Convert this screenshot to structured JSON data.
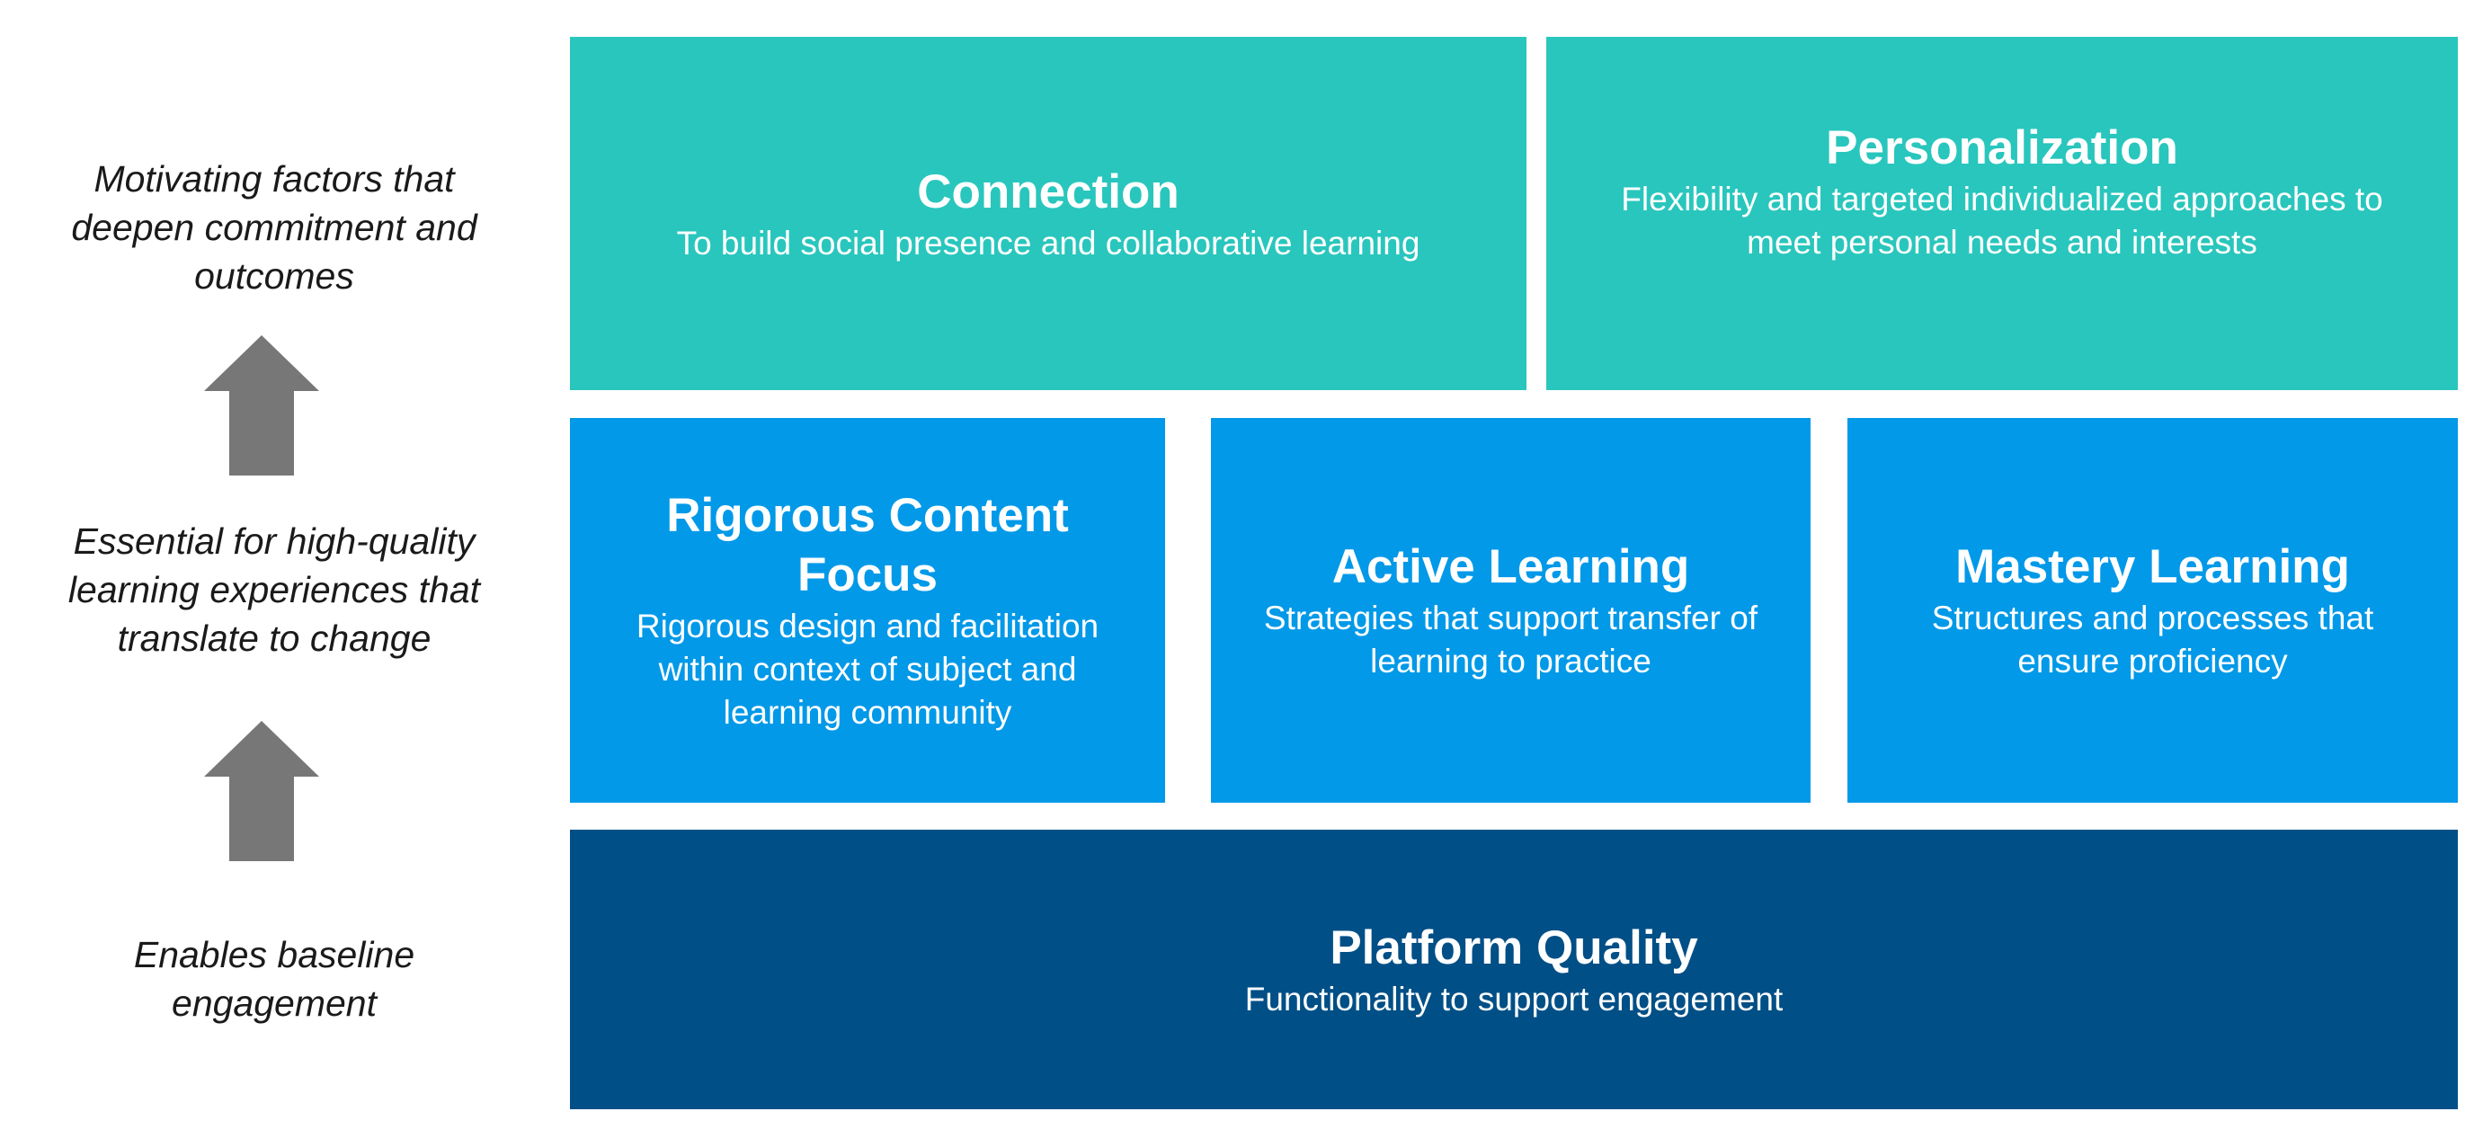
{
  "colors": {
    "top_row": "#29c6bd",
    "middle_row": "#0199e8",
    "bottom_row": "#004f86",
    "arrow": "#777777",
    "side_text": "#1a1a1a"
  },
  "side_labels": {
    "top": "Motivating factors that\ndeepen commitment and\noutcomes",
    "middle": "Essential for high-quality\nlearning experiences that\ntranslate to change",
    "bottom": "Enables baseline\nengagement"
  },
  "top_row": [
    {
      "title": "Connection",
      "description": "To build social presence and collaborative learning"
    },
    {
      "title": "Personalization",
      "description": "Flexibility and targeted individualized approaches to\nmeet personal needs and interests"
    }
  ],
  "middle_row": [
    {
      "title": "Rigorous Content\nFocus",
      "description": "Rigorous design and facilitation\nwithin context of subject and\nlearning community"
    },
    {
      "title": "Active Learning",
      "description": "Strategies that support transfer of\nlearning to practice"
    },
    {
      "title": "Mastery Learning",
      "description": "Structures and processes that\nensure proficiency"
    }
  ],
  "bottom_row": [
    {
      "title": "Platform Quality",
      "description": "Functionality to support engagement"
    }
  ],
  "icons": [
    "arrow-up-icon",
    "arrow-up-icon"
  ]
}
